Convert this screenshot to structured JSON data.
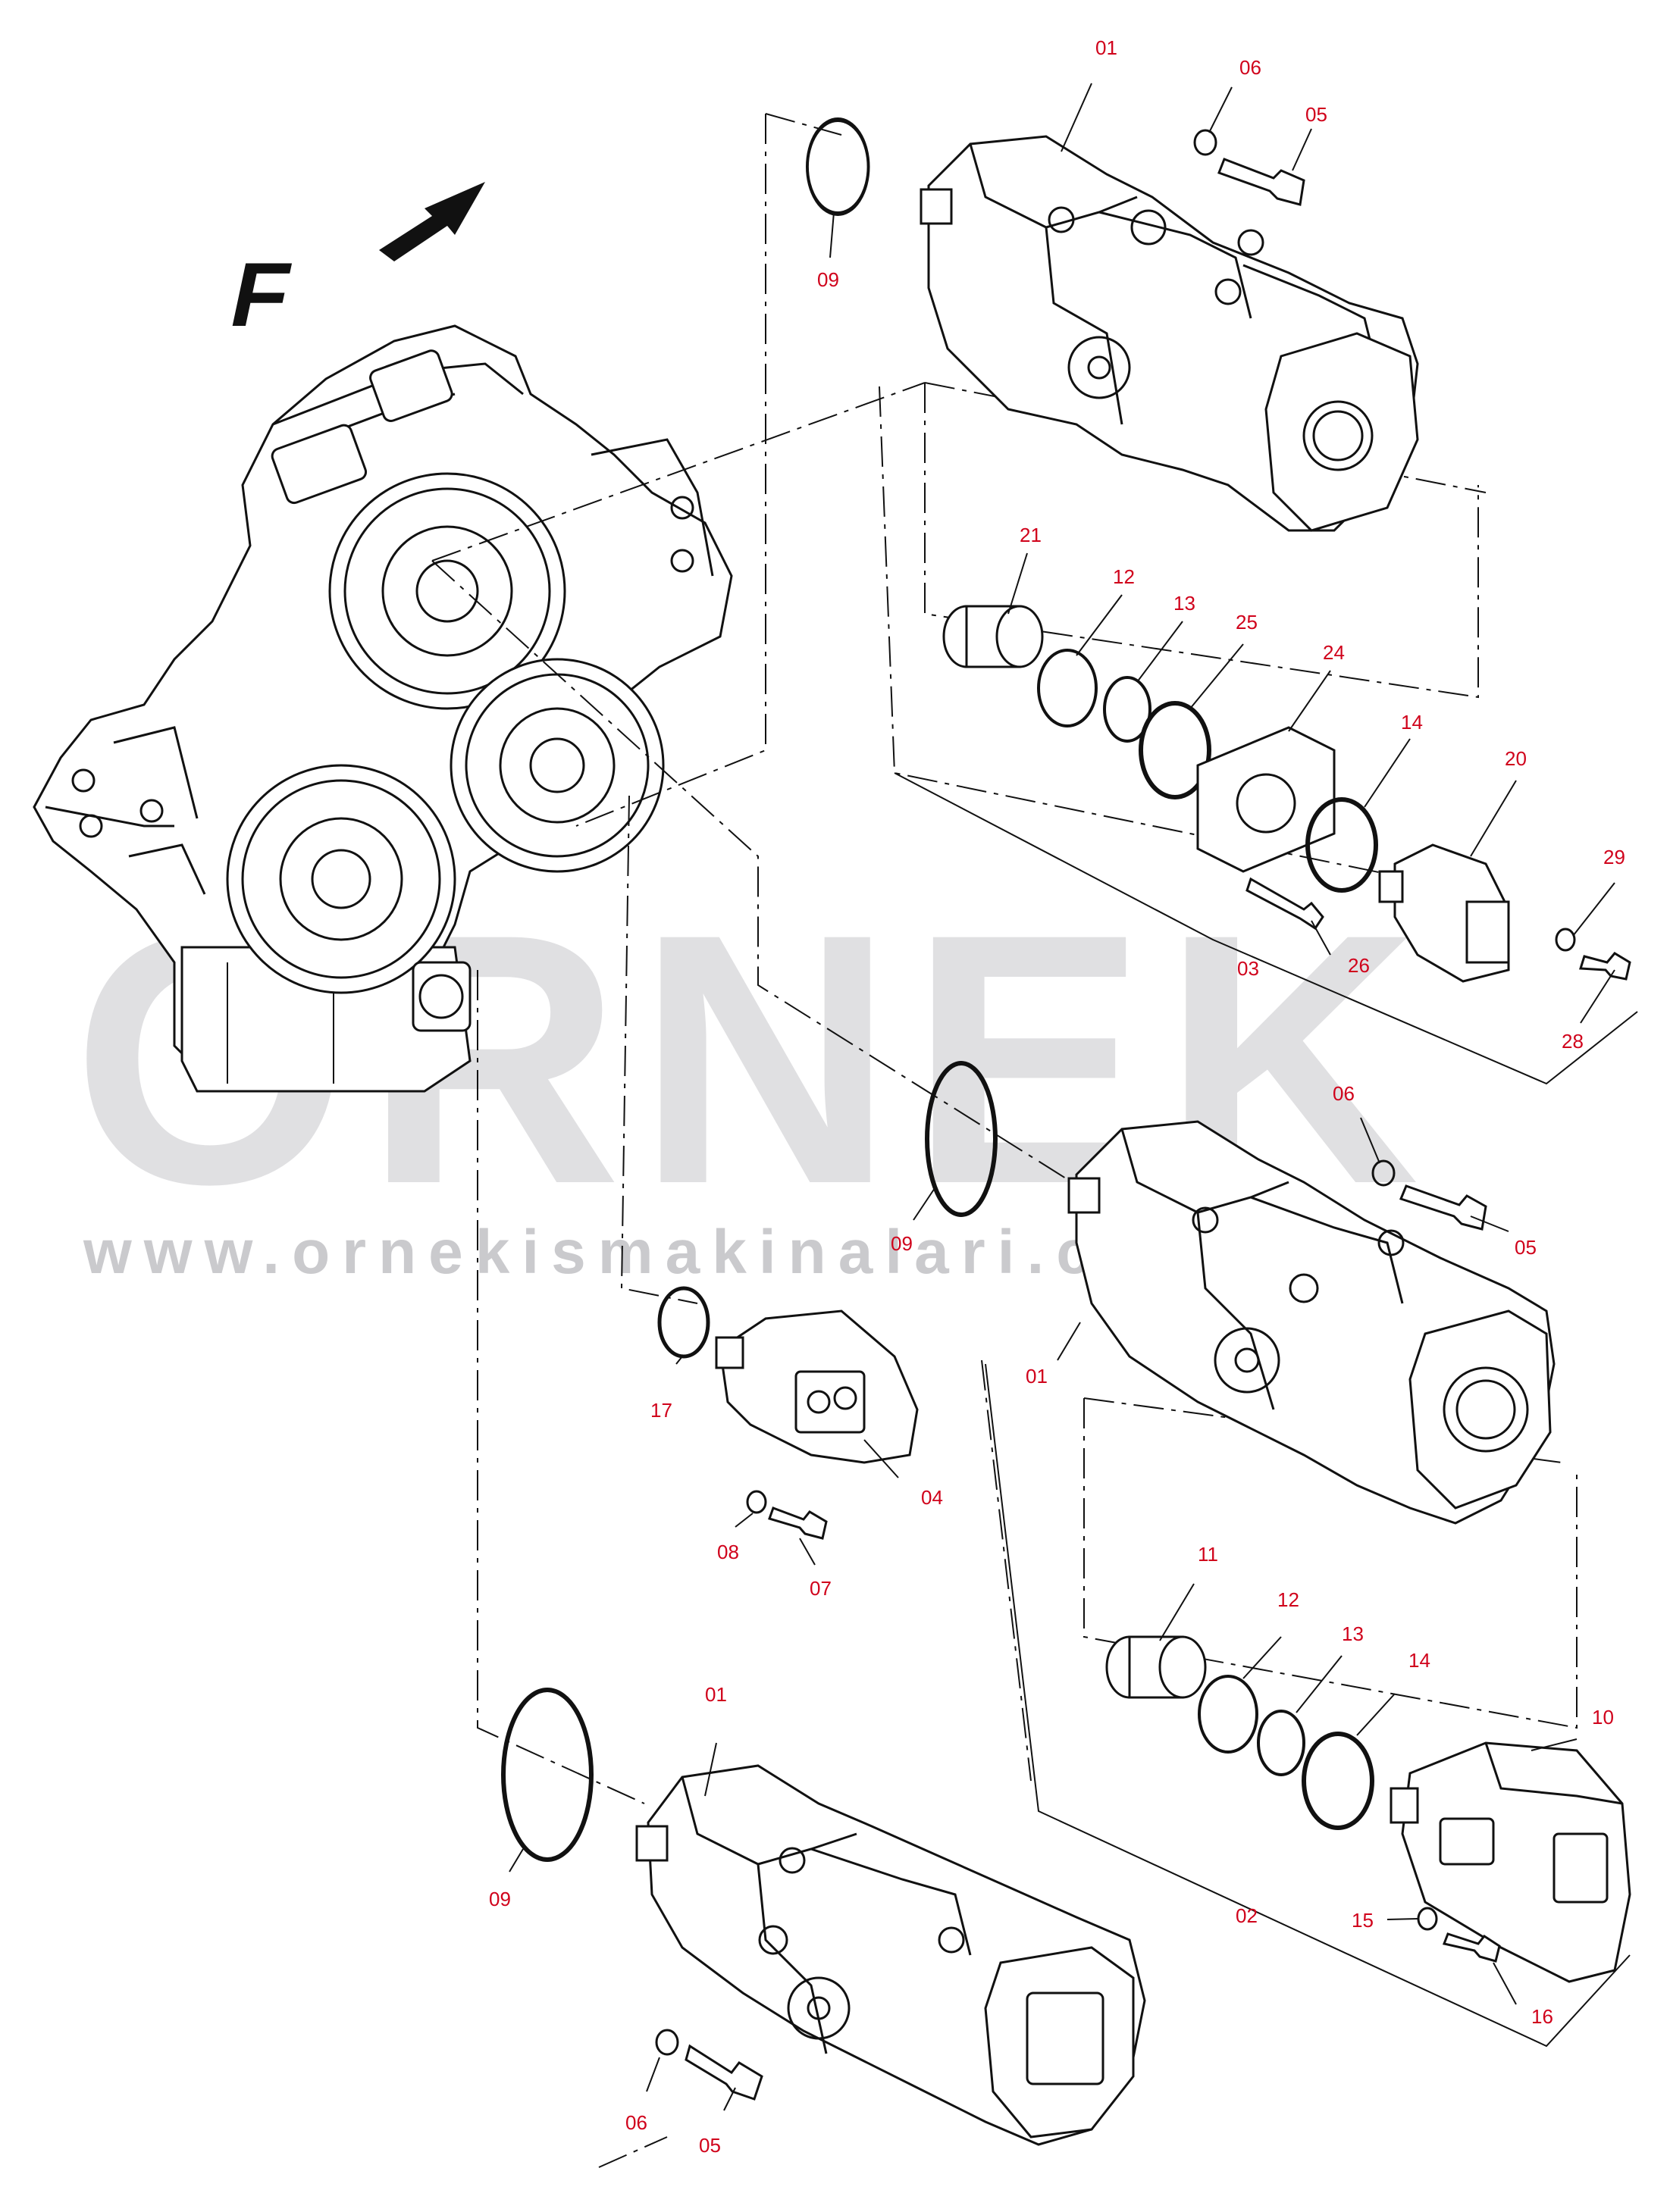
{
  "watermark": {
    "brand": "ORNEK",
    "url": "www.ornekismakinalari.com.tr"
  },
  "direction_marker": {
    "letter": "F",
    "icon": "forward-arrow-icon"
  },
  "colors": {
    "callout": "#d0021b",
    "line": "#111111",
    "watermark": "#c8c8cc"
  },
  "callouts": {
    "c01_top": "01",
    "c06_top": "06",
    "c05_top": "05",
    "c09_top": "09",
    "c21": "21",
    "c12_a": "12",
    "c13_a": "13",
    "c25": "25",
    "c24": "24",
    "c14_a": "14",
    "c20": "20",
    "c29": "29",
    "c03": "03",
    "c26": "26",
    "c28": "28",
    "c06_mid": "06",
    "c09_mid": "09",
    "c05_mid": "05",
    "c01_mid": "01",
    "c17": "17",
    "c04": "04",
    "c08": "08",
    "c07": "07",
    "c11": "11",
    "c12_b": "12",
    "c13_b": "13",
    "c14_b": "14",
    "c10": "10",
    "c15": "15",
    "c16": "16",
    "c02": "02",
    "c01_bot": "01",
    "c09_bot": "09",
    "c06_bot": "06",
    "c05_bot": "05"
  }
}
